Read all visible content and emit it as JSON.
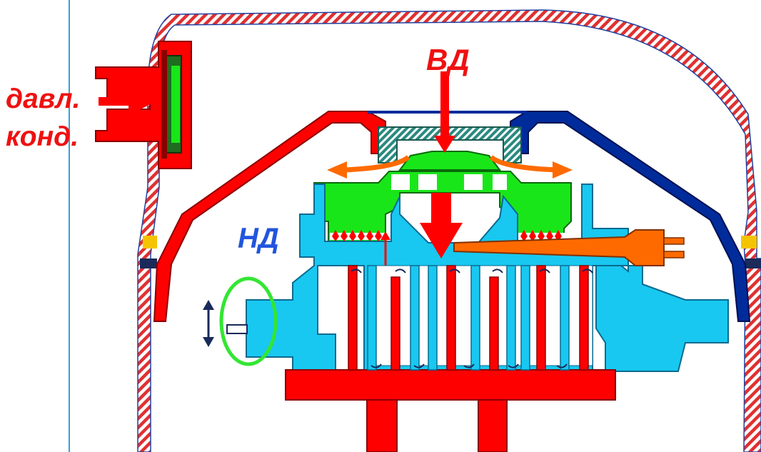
{
  "labels": {
    "high_pressure": "ВД",
    "low_pressure": "НД",
    "pressure_line1": "давл.",
    "pressure_line2": "конд."
  },
  "colors": {
    "red": "#ff0000",
    "dark_blue": "#002b9b",
    "light_blue": "#18c8f0",
    "green": "#19e619",
    "dark_green": "#1f6b1f",
    "teal": "#2a8a80",
    "orange": "#ff6a00",
    "yellow": "#f5c400",
    "navy": "#1a2a5a",
    "shell_hatch": "#e03030",
    "label_red": "#ee1111",
    "label_blue": "#2255dd"
  }
}
